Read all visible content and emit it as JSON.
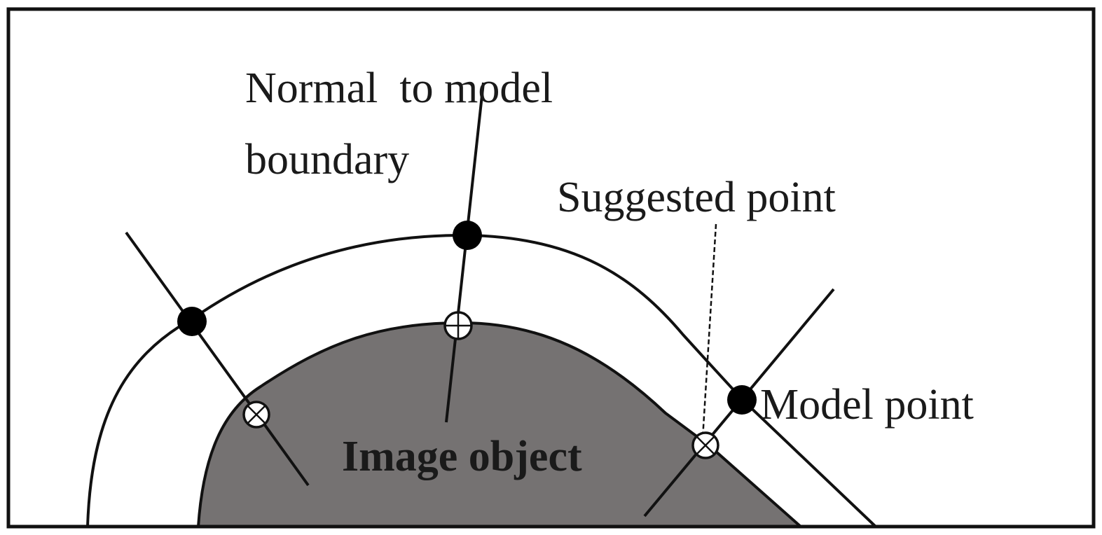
{
  "labels": {
    "normal_line1": "Normal  to model",
    "normal_line2": "boundary",
    "suggested": "Suggested point",
    "model_point": "Model point",
    "image_object": "Image object"
  },
  "colors": {
    "background": "#ffffff",
    "ink": "#111111",
    "image_object_fill": "#757272",
    "model_point_fill": "#000000"
  }
}
